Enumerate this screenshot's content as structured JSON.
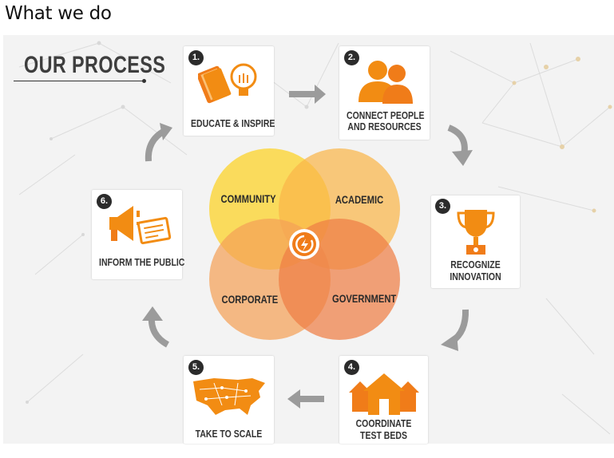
{
  "page": {
    "heading": "What we do"
  },
  "process": {
    "title": "OUR PROCESS"
  },
  "steps": [
    {
      "number": "1.",
      "label": "EDUCATE & INSPIRE",
      "icon": "book-lightbulb-icon"
    },
    {
      "number": "2.",
      "label": "CONNECT PEOPLE",
      "label2": "AND RESOURCES",
      "icon": "people-icon"
    },
    {
      "number": "3.",
      "label": "RECOGNIZE",
      "label2": "INNOVATION",
      "icon": "trophy-icon"
    },
    {
      "number": "4.",
      "label": "COORDINATE",
      "label2": "TEST BEDS",
      "icon": "houses-icon"
    },
    {
      "number": "5.",
      "label": "TAKE TO SCALE",
      "icon": "us-map-icon"
    },
    {
      "number": "6.",
      "label": "INFORM THE PUBLIC",
      "icon": "megaphone-icon"
    }
  ],
  "venn": {
    "community": "COMMUNITY",
    "academic": "ACADEMIC",
    "corporate": "CORPORATE",
    "government": "GOVERNMENT",
    "center_icon": "power-logo-icon"
  },
  "colors": {
    "community": "#fbd63a",
    "academic": "#f9bb4f",
    "corporate": "#f3a45a",
    "government": "#ef8045",
    "accent": "#f28c13",
    "arrow": "#9b9b9b"
  }
}
